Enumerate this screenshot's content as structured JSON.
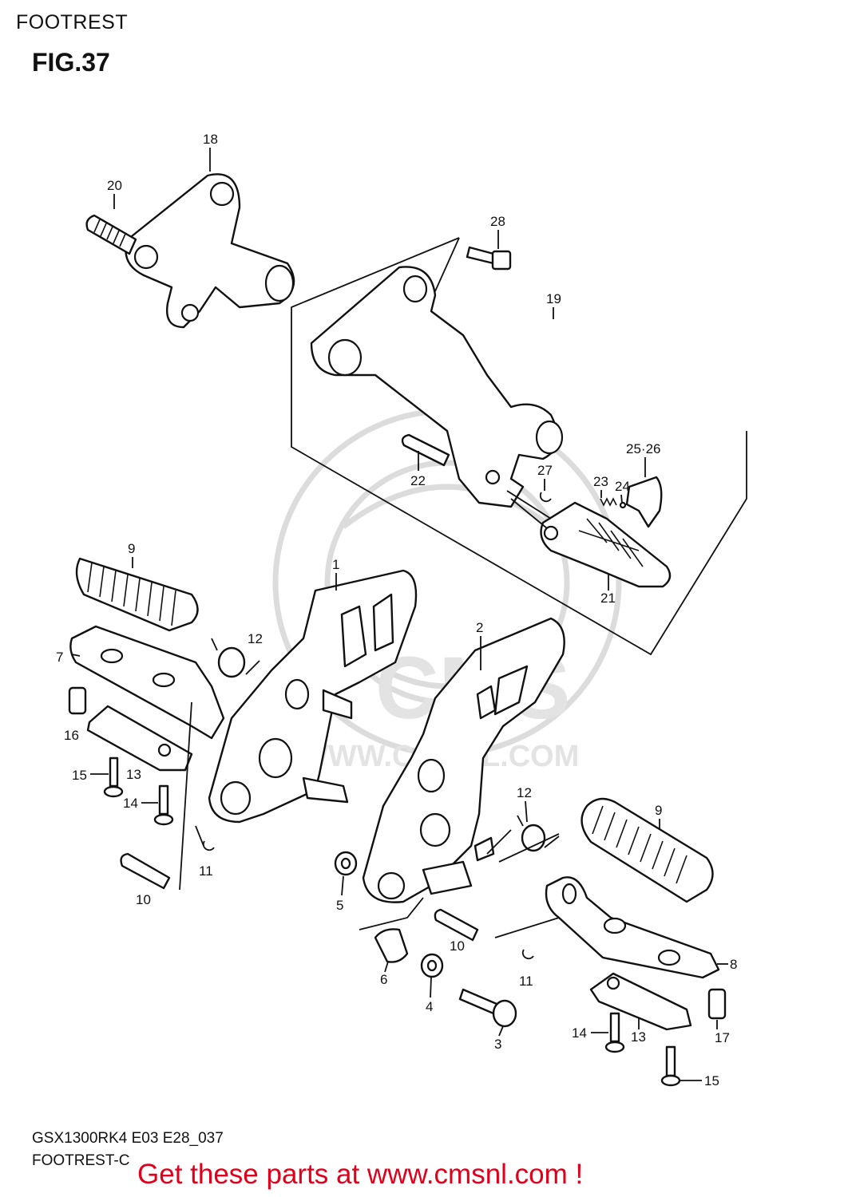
{
  "header": {
    "section": "FOOTREST",
    "figure": "FIG.37"
  },
  "footer": {
    "model_code": "GSX1300RK4 E03 E28_037",
    "variant": "FOOTREST-C"
  },
  "promo": "Get these parts at www.cmsnl.com !",
  "watermark": {
    "logo": "CMS",
    "url": "WWW.CMSNL.COM"
  },
  "labels": {
    "p1": "1",
    "p2": "2",
    "p3": "3",
    "p4": "4",
    "p5": "5",
    "p6": "6",
    "p7": "7",
    "p8": "8",
    "p9a": "9",
    "p9b": "9",
    "p10a": "10",
    "p10b": "10",
    "p11a": "11",
    "p11b": "11",
    "p12a": "12",
    "p12b": "12",
    "p13a": "13",
    "p13b": "13",
    "p14a": "14",
    "p14b": "14",
    "p15a": "15",
    "p15b": "15",
    "p16": "16",
    "p17": "17",
    "p18": "18",
    "p19": "19",
    "p20": "20",
    "p21": "21",
    "p22": "22",
    "p23": "23",
    "p24": "24",
    "p2526": "25·26",
    "p27": "27",
    "p28": "28"
  }
}
